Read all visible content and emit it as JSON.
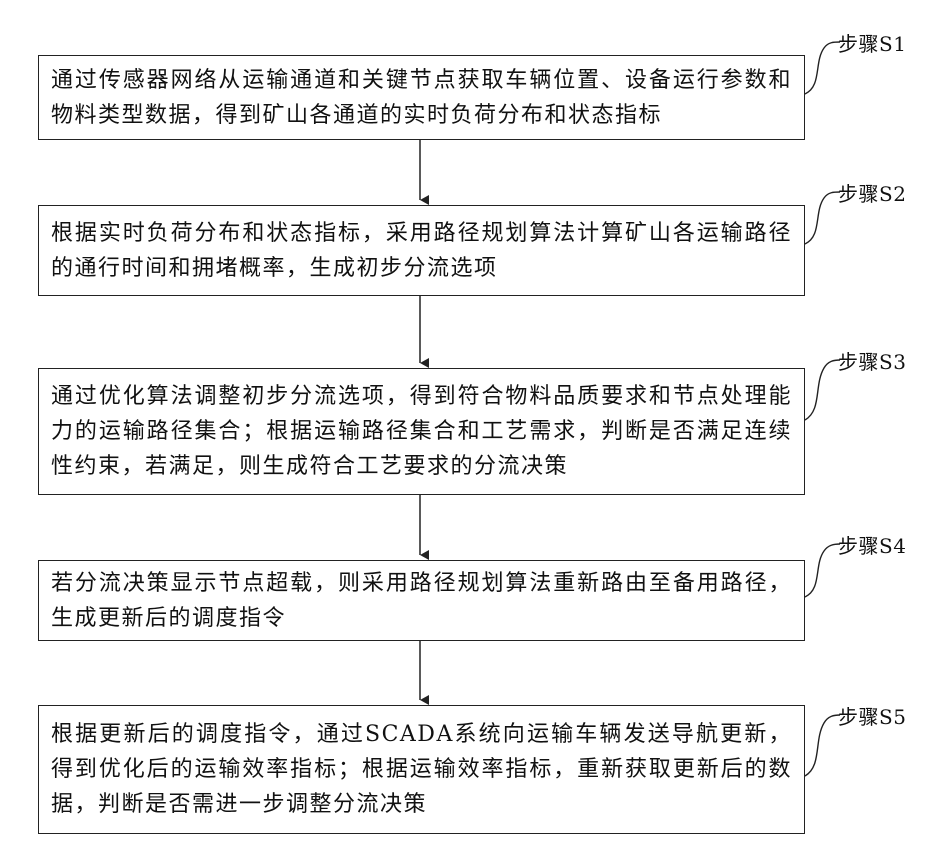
{
  "steps": [
    {
      "label": "步骤S1",
      "text": "通过传感器网络从运输通道和关键节点获取车辆位置、设备运行参数和物料类型数据，得到矿山各通道的实时负荷分布和状态指标"
    },
    {
      "label": "步骤S2",
      "text": "根据实时负荷分布和状态指标，采用路径规划算法计算矿山各运输路径的通行时间和拥堵概率，生成初步分流选项"
    },
    {
      "label": "步骤S3",
      "text": "通过优化算法调整初步分流选项，得到符合物料品质要求和节点处理能力的运输路径集合；根据运输路径集合和工艺需求，判断是否满足连续性约束，若满足，则生成符合工艺要求的分流决策"
    },
    {
      "label": "步骤S4",
      "text": "若分流决策显示节点超载，则采用路径规划算法重新路由至备用路径，生成更新后的调度指令"
    },
    {
      "label": "步骤S5",
      "text": "根据更新后的调度指令，通过SCADA系统向运输车辆发送导航更新，得到优化后的运输效率指标；根据运输效率指标，重新获取更新后的数据，判断是否需进一步调整分流决策"
    }
  ]
}
